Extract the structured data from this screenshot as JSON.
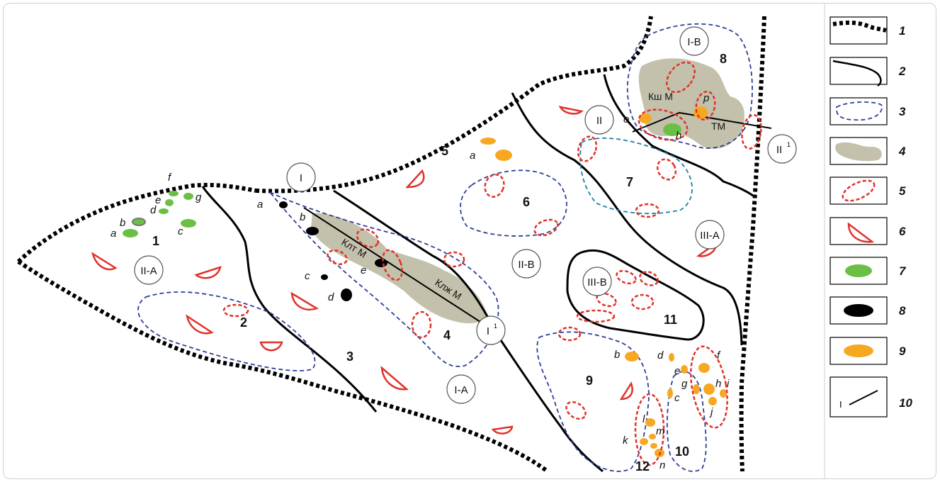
{
  "colors": {
    "boundary": "#000000",
    "zone_dashed": "#2e3f96",
    "zone_dashed_alt": "#1e7fa8",
    "massif_fill": "#c3c1ac",
    "anomaly_red": "#e0322a",
    "green_body": "#6cbf45",
    "black_body": "#000000",
    "orange_body": "#f7a823"
  },
  "zones": {
    "I_A": "I-A",
    "I_B": "I-B",
    "II_A": "II-A",
    "II_B": "II-B",
    "III_A": "III-A",
    "III_B": "III-B"
  },
  "profiles": {
    "I": "I",
    "I1": "I",
    "II": "II",
    "II1": "II",
    "sup": "1"
  },
  "massifs": {
    "klt": "Клт М",
    "klzh": "Клж М",
    "ksh": "Кш М",
    "tm": "ТМ"
  },
  "areas": [
    "1",
    "2",
    "3",
    "4",
    "5",
    "6",
    "7",
    "8",
    "9",
    "10",
    "11",
    "12"
  ],
  "letters": {
    "a": "a",
    "b": "b",
    "c": "c",
    "d": "d",
    "e": "e",
    "f": "f",
    "g": "g",
    "h": "h",
    "i": "i",
    "j": "j",
    "k": "k",
    "l": "l",
    "m": "m",
    "n": "n",
    "o": "o",
    "p": "p"
  },
  "legend": {
    "items": [
      "1",
      "2",
      "3",
      "4",
      "5",
      "6",
      "7",
      "8",
      "9",
      "10"
    ],
    "profile_glyph": "I"
  }
}
